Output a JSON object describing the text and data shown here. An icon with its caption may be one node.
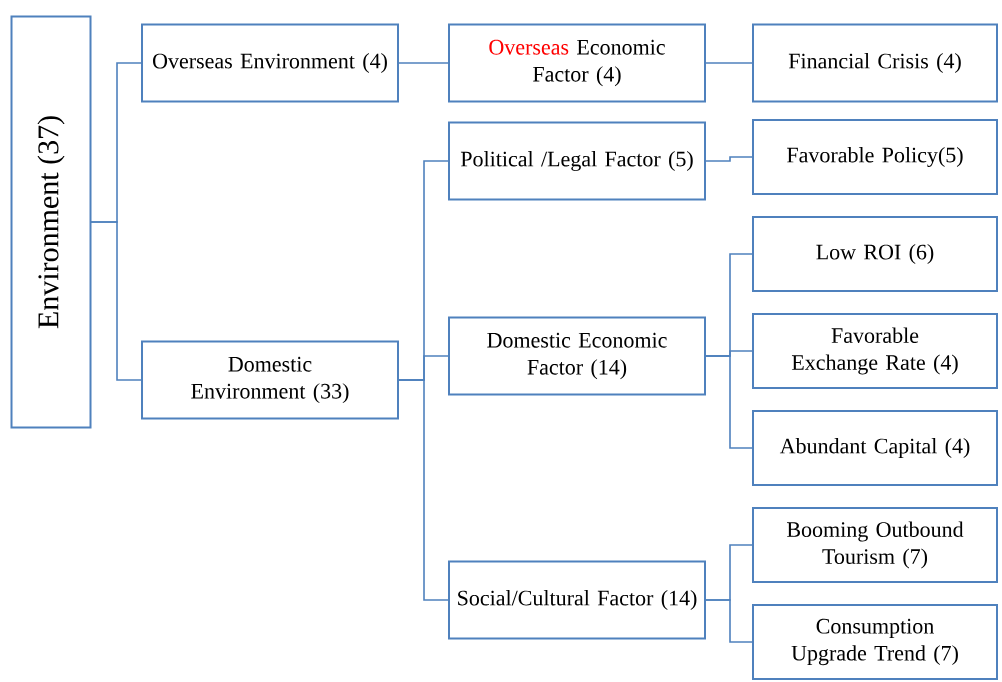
{
  "diagram": {
    "nodes": [
      {
        "text": [
          "Environment (37)"
        ]
      },
      {
        "text": [
          "Overseas Environment (4)"
        ]
      },
      {
        "text": [
          "Overseas",
          "Economic Factor (4)"
        ]
      },
      {
        "text": [
          "Financial Crisis (4)"
        ]
      },
      {
        "text": [
          "Domestic Environment (33)"
        ]
      },
      {
        "text": [
          "Political /Legal Factor (5)"
        ]
      },
      {
        "text": [
          "Domestic Economic Factor (14)"
        ]
      },
      {
        "text": [
          "Social/Cultural Factor (14)"
        ]
      },
      {
        "text": [
          "Favorable Policy(5)"
        ]
      },
      {
        "text": [
          "Low ROI (6)"
        ]
      },
      {
        "text": [
          "Favorable Exchange Rate (4)"
        ]
      },
      {
        "text": [
          "Abundant Capital (4)"
        ]
      },
      {
        "text": [
          "Booming Outbound Tourism (7)"
        ]
      },
      {
        "text": [
          "Consumption Upgrade Trend (7)"
        ]
      }
    ],
    "edges": [
      {
        "from": 0,
        "to": 1,
        "arrow": "none"
      },
      {
        "from": 0,
        "to": 4,
        "arrow": "none"
      },
      {
        "from": 1,
        "to": 2,
        "arrow": "none"
      },
      {
        "from": 2,
        "to": 3,
        "arrow": "none"
      },
      {
        "from": 4,
        "to": 5,
        "arrow": "none"
      },
      {
        "from": 4,
        "to": 6,
        "arrow": "none"
      },
      {
        "from": 4,
        "to": 7,
        "arrow": "none"
      },
      {
        "from": 5,
        "to": 8,
        "arrow": "none"
      },
      {
        "from": 6,
        "to": 9,
        "arrow": "none"
      },
      {
        "from": 6,
        "to": 10,
        "arrow": "none"
      },
      {
        "from": 6,
        "to": 11,
        "arrow": "none"
      },
      {
        "from": 7,
        "to": 12,
        "arrow": "none"
      },
      {
        "from": 7,
        "to": 13,
        "arrow": "none"
      }
    ]
  }
}
